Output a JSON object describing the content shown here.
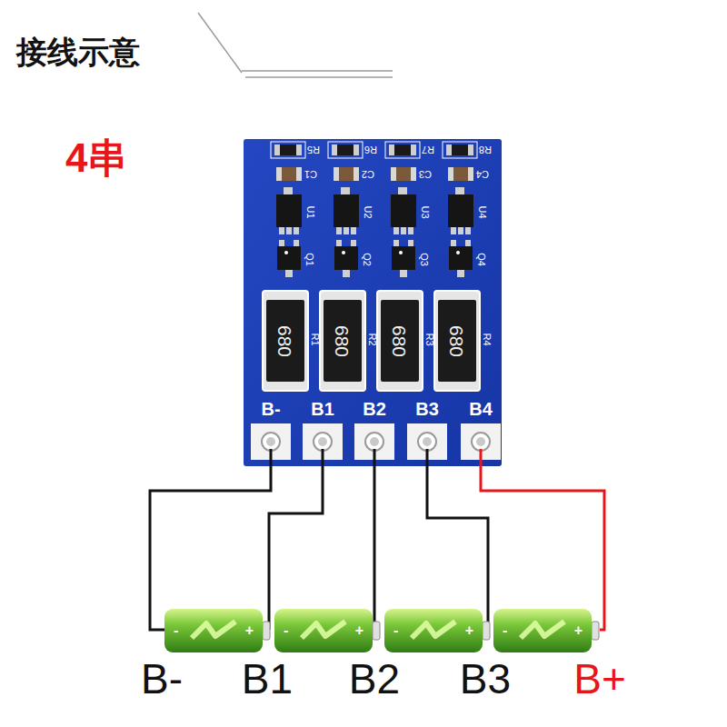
{
  "diagram": {
    "title": "接线示意",
    "nodes": [
      {
        "text": [
          "680"
        ]
      },
      {
        "text": [
          "680"
        ]
      },
      {
        "text": [
          "680"
        ]
      },
      {
        "text": [
          "680"
        ]
      },
      {
        "text": [
          "-",
          "+"
        ]
      },
      {
        "text": [
          "-",
          "+"
        ]
      },
      {
        "text": [
          "-",
          "+"
        ]
      },
      {
        "text": [
          "-",
          "+"
        ]
      }
    ],
    "labels": [
      "4串",
      "R5",
      "R6",
      "R7",
      "R8",
      "C1",
      "C2",
      "C3",
      "C4",
      "U1",
      "U2",
      "U3",
      "U4",
      "Q1",
      "Q2",
      "Q3",
      "Q4",
      "R1",
      "R2",
      "R3",
      "R4",
      "B-",
      "B1",
      "B2",
      "B3",
      "B4",
      "B-",
      "B1",
      "B2",
      "B3",
      "B+"
    ]
  }
}
